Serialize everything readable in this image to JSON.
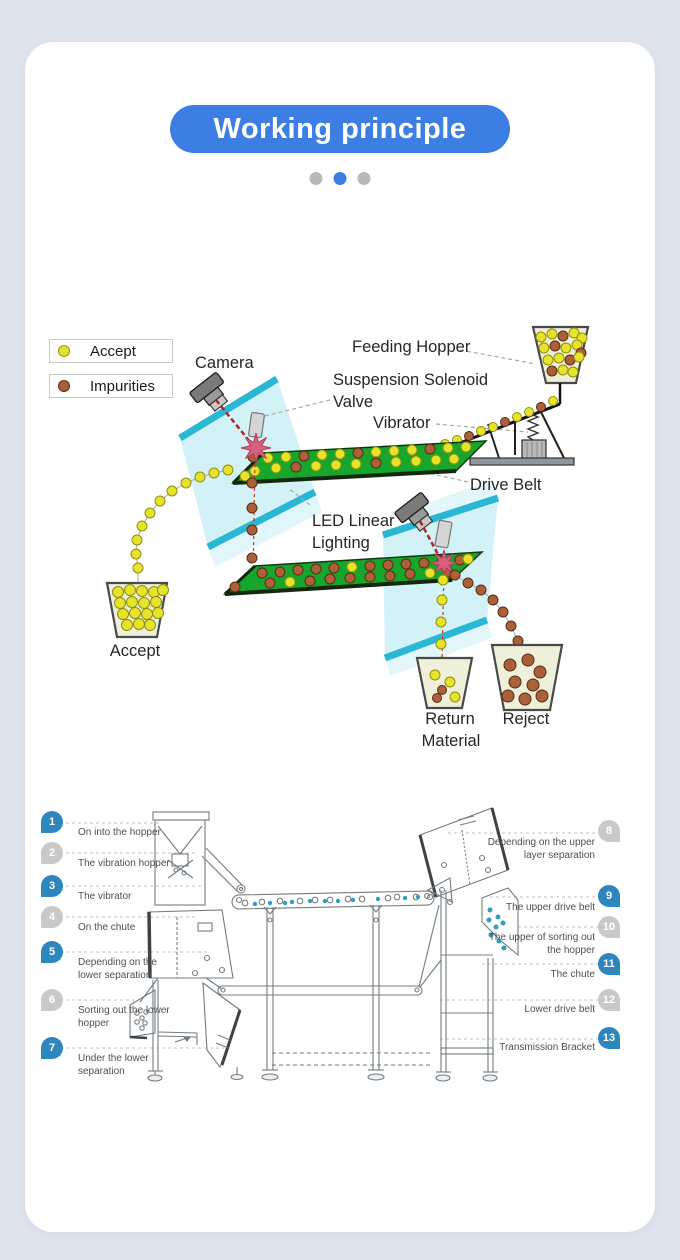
{
  "style": {
    "accent": "#3c7ee4",
    "page_bg": "#dfe3ee",
    "card_bg": "#ffffff",
    "dot_gray": "#b9b9b9",
    "badge_blue": "#2d86bd",
    "badge_gray": "#c9c9c9",
    "ball_yellow": "#e2e22c",
    "ball_brown": "#a8613a",
    "belt_green": "#17a62c",
    "band_cyan": "#29b7d3"
  },
  "header": {
    "title": "Working principle"
  },
  "carousel": {
    "dot_count": 3,
    "active_index": 1
  },
  "diagram": {
    "legend": [
      {
        "label": "Accept",
        "color": "#e2e22c"
      },
      {
        "label": "Impurities",
        "color": "#a8613a"
      }
    ],
    "labels": {
      "camera": "Camera",
      "feeding_hopper": "Feeding Hopper",
      "suspension_line1": "Suspension Solenoid",
      "suspension_line2": "Valve",
      "vibrator": "Vibrator",
      "drive_belt": "Drive Belt",
      "led_line1": "LED Linear",
      "led_line2": "Lighting",
      "accept_bucket": "Accept",
      "return_line1": "Return",
      "return_line2": "Material",
      "reject_bucket": "Reject"
    }
  },
  "schematic": {
    "left_callouts": [
      {
        "num": "1",
        "label": "On into the hopper"
      },
      {
        "num": "2",
        "label": "The vibration hopper"
      },
      {
        "num": "3",
        "label": "The vibrator"
      },
      {
        "num": "4",
        "label": "On the chute"
      },
      {
        "num": "5",
        "label": "Depending on the lower separation"
      },
      {
        "num": "6",
        "label": "Sorting out the lower hopper"
      },
      {
        "num": "7",
        "label": "Under the lower separation"
      }
    ],
    "right_callouts": [
      {
        "num": "8",
        "label": "Depending on the upper layer separation"
      },
      {
        "num": "9",
        "label": "The upper drive belt"
      },
      {
        "num": "10",
        "label": "The upper of sorting out the hopper"
      },
      {
        "num": "11",
        "label": "The chute"
      },
      {
        "num": "12",
        "label": "Lower drive belt"
      },
      {
        "num": "13",
        "label": "Transmission Bracket"
      }
    ]
  }
}
